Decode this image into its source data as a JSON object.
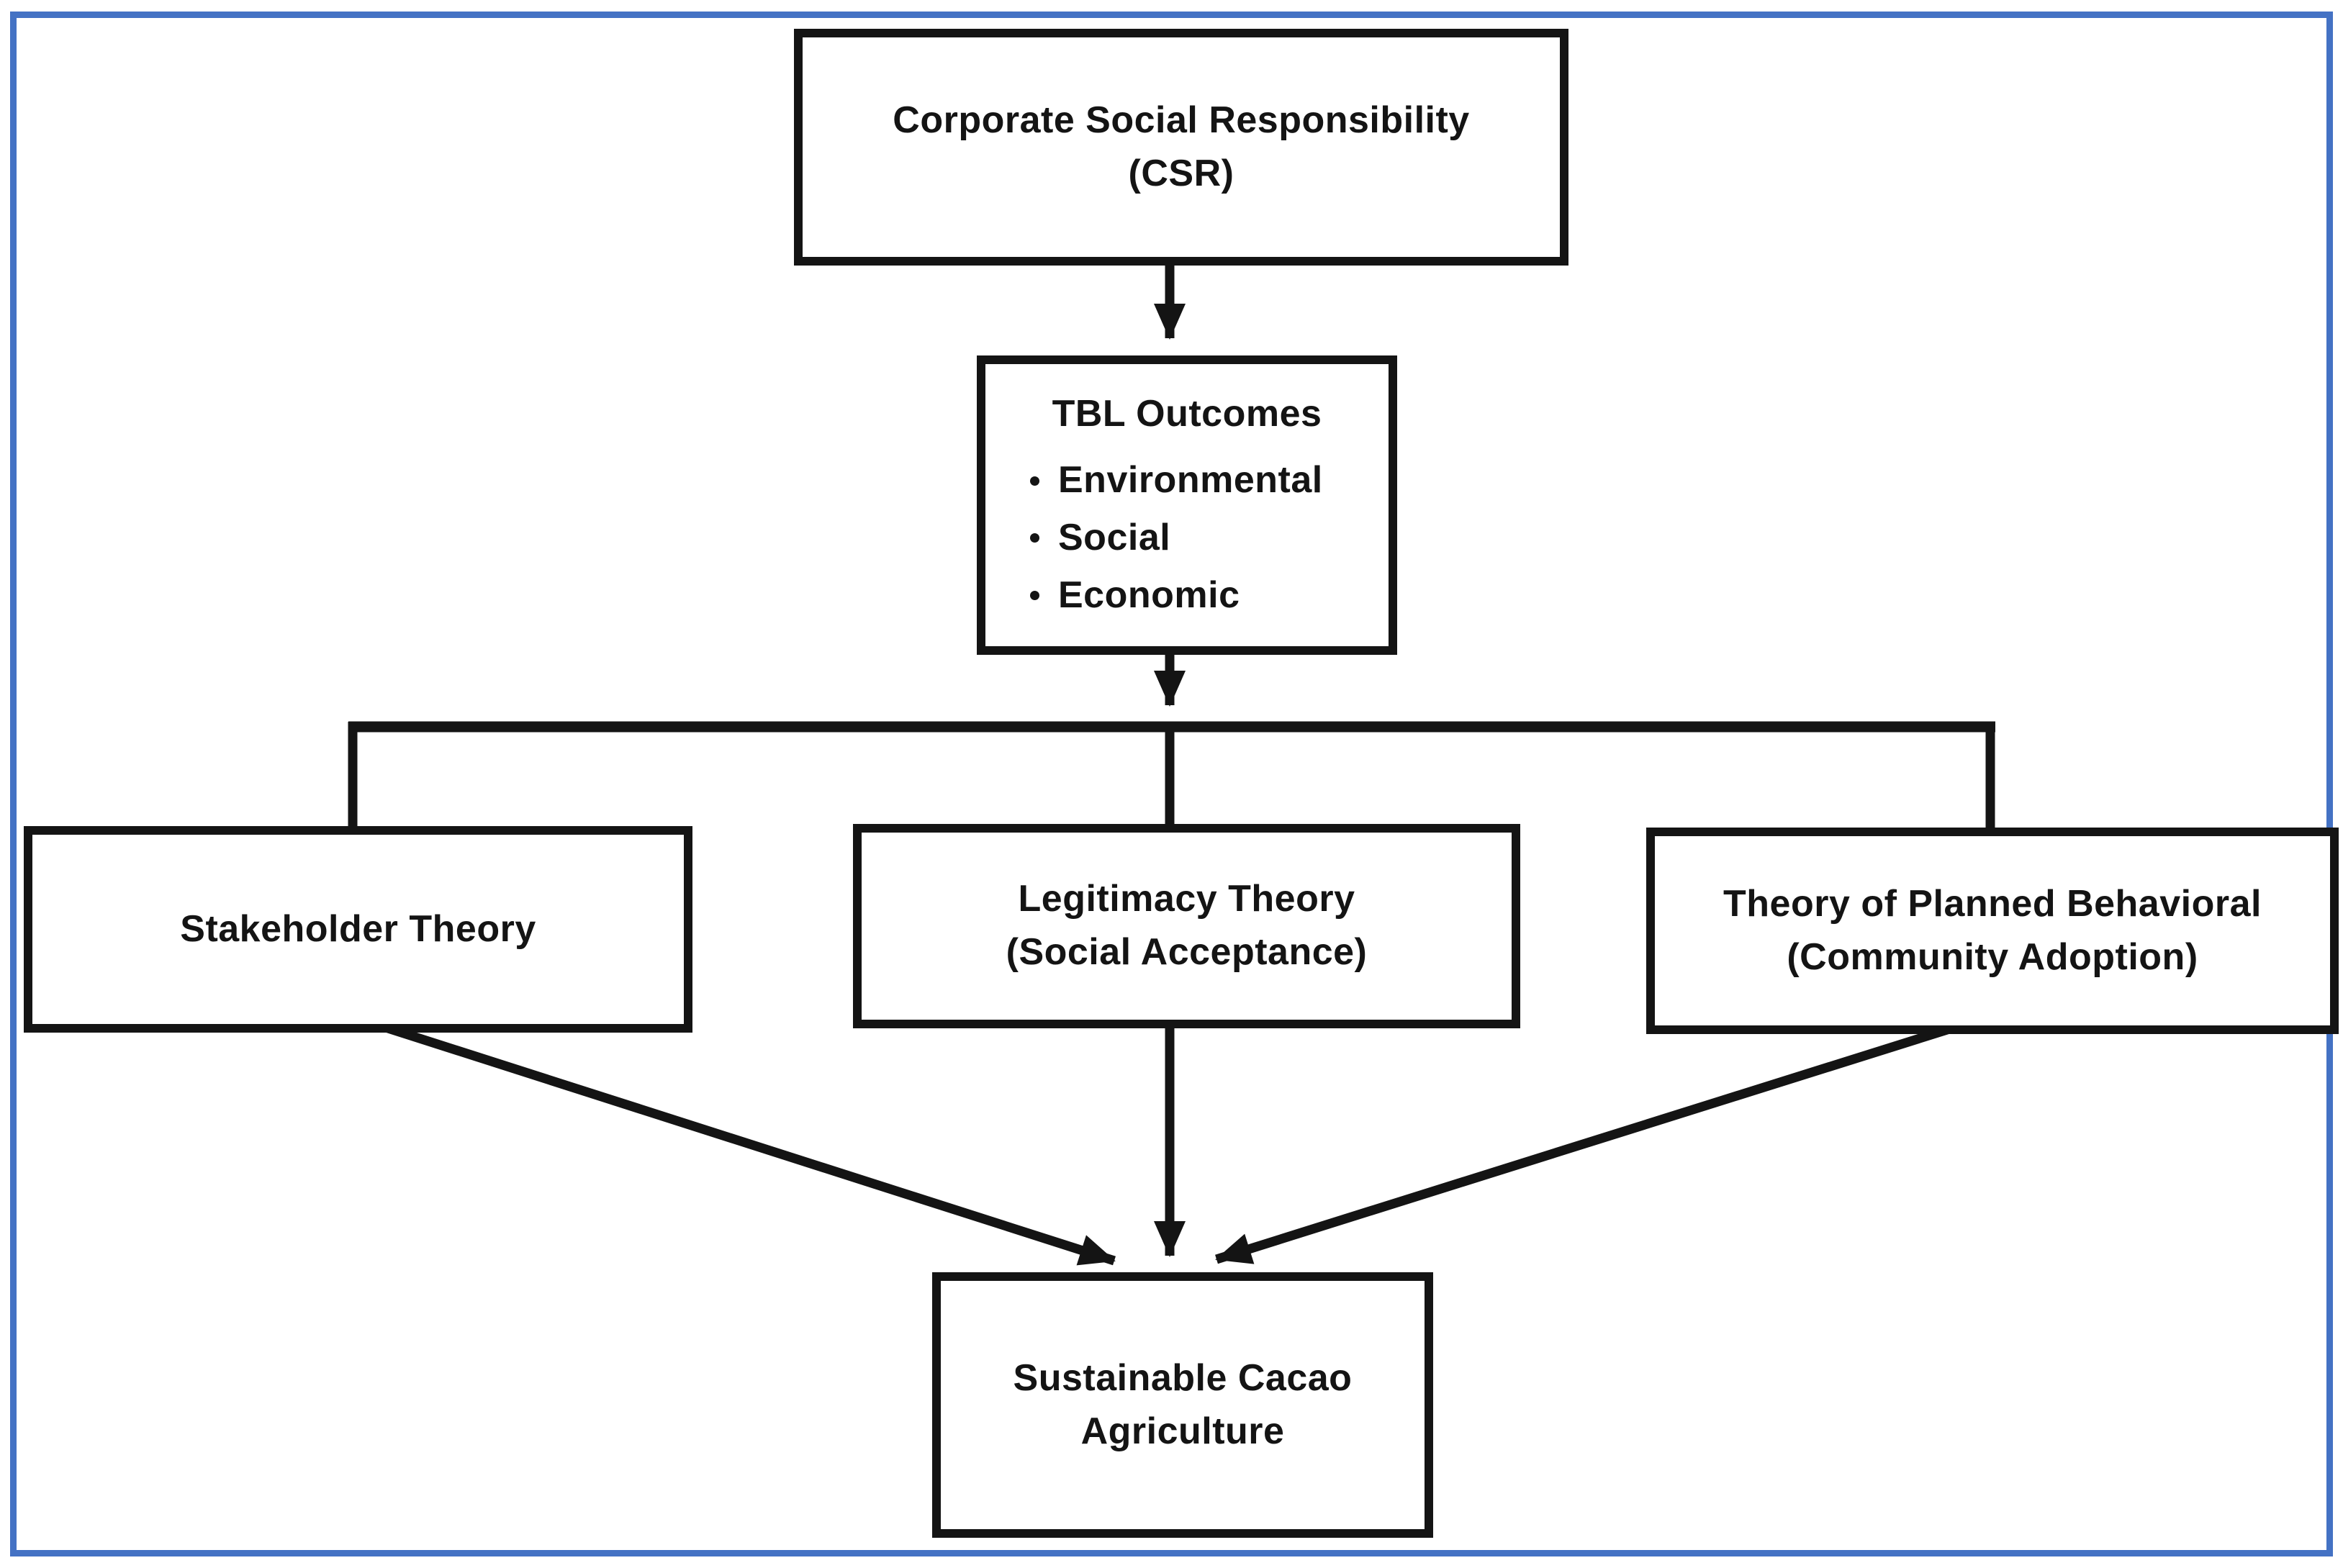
{
  "frame": {
    "background_color": "#ffffff",
    "border_color": "#4472C4",
    "line_color": "#141414"
  },
  "nodes": {
    "csr": {
      "line1": "Corporate Social Responsibility",
      "line2": "(CSR)"
    },
    "tbl": {
      "title": "TBL Outcomes",
      "bullets": [
        "Environmental",
        "Social",
        "Economic"
      ]
    },
    "stakeholder": {
      "line1": "Stakeholder Theory"
    },
    "legitimacy": {
      "line1": "Legitimacy Theory",
      "line2": "(Social Acceptance)"
    },
    "tpb": {
      "line1": "Theory of Planned Behavioral",
      "line2": "(Community Adoption)"
    },
    "outcome": {
      "line1": "Sustainable Cacao",
      "line2": "Agriculture"
    }
  },
  "edges": [
    {
      "from": "Corporate Social Responsibility (CSR)",
      "to": "TBL Outcomes",
      "style": "arrow"
    },
    {
      "from": "TBL Outcomes",
      "to": "branch-bar",
      "style": "arrow"
    },
    {
      "from": "branch-bar",
      "to": "Stakeholder Theory",
      "style": "line"
    },
    {
      "from": "branch-bar",
      "to": "Legitimacy Theory (Social Acceptance)",
      "style": "line"
    },
    {
      "from": "branch-bar",
      "to": "Theory of Planned Behavioral (Community Adoption)",
      "style": "line"
    },
    {
      "from": "Stakeholder Theory",
      "to": "Sustainable Cacao Agriculture",
      "style": "arrow"
    },
    {
      "from": "Legitimacy Theory (Social Acceptance)",
      "to": "Sustainable Cacao Agriculture",
      "style": "arrow"
    },
    {
      "from": "Theory of Planned Behavioral (Community Adoption)",
      "to": "Sustainable Cacao Agriculture",
      "style": "arrow"
    }
  ]
}
